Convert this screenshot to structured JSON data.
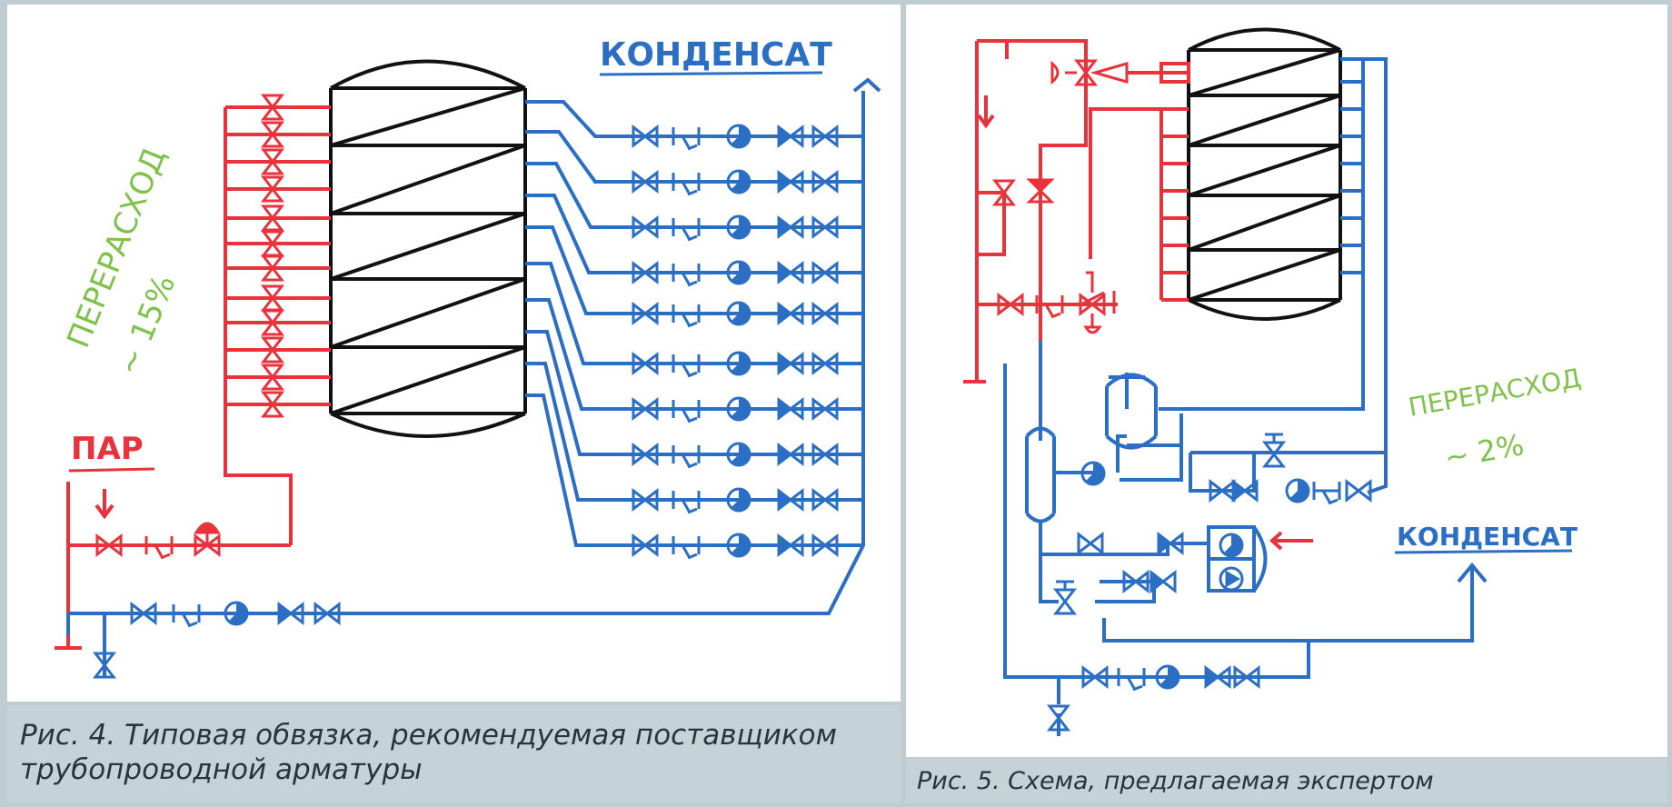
{
  "colors": {
    "steam": "#e8323c",
    "condensate": "#2b6fc4",
    "vessel": "#111111",
    "note": "#7fc24a",
    "caption_bg": "#c5d3d9",
    "frame_bg": "#bfcdd3"
  },
  "figure4": {
    "label_condensate": "КОНДЕНСАТ",
    "label_steam": "ПАР",
    "overuse_title": "ПЕРЕРАСХОД",
    "overuse_value": "~ 15%",
    "caption": "Рис. 4. Типовая обвязка, рекомендуемая поставщиком трубопроводной арматуры"
  },
  "figure5": {
    "label_condensate": "КОНДЕНСАТ",
    "overuse_title": "ПЕРЕРАСХОД",
    "overuse_value": "~ 2%",
    "caption": "Рис. 5. Схема, предлагаемая экспертом"
  }
}
